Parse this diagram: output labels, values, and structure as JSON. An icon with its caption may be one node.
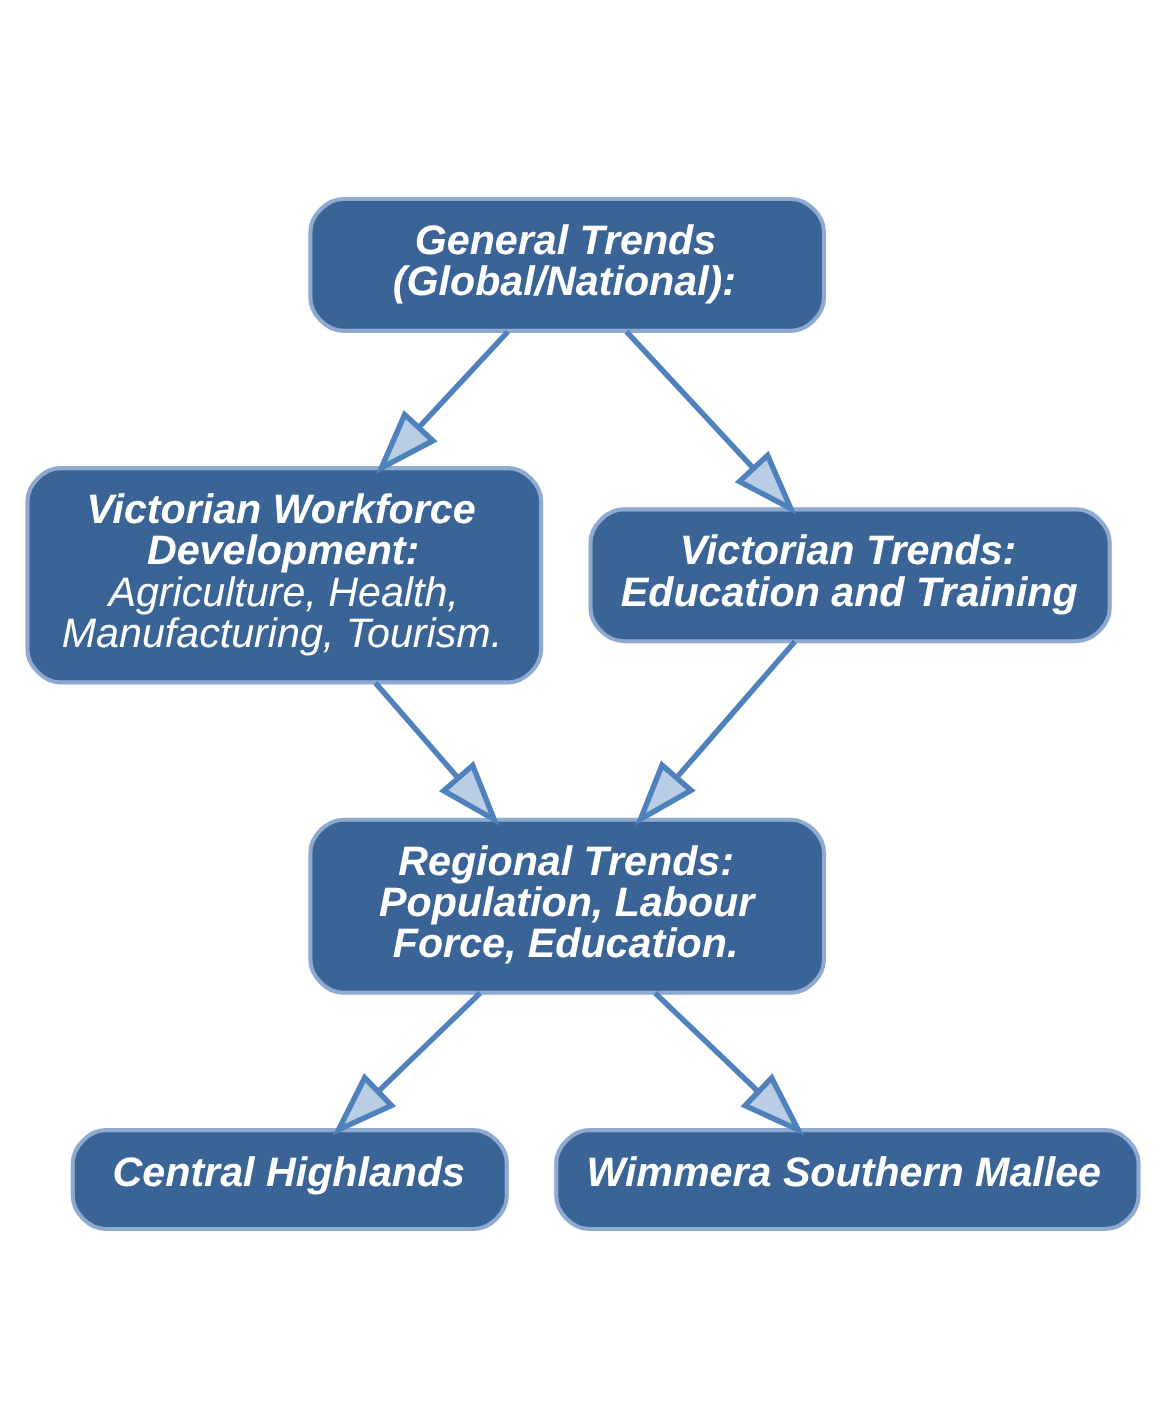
{
  "diagram": {
    "nodes": [
      {
        "text": [
          "General Trends (Global/National):"
        ]
      },
      {
        "text": [
          "Victorian Workforce Development:",
          "Agriculture, Health, Manufacturing, Tourism."
        ]
      },
      {
        "text": [
          "Victorian Trends: Education and Training"
        ]
      },
      {
        "text": [
          "Regional Trends: Population, Labour Force, Education."
        ]
      },
      {
        "text": [
          "Central Highlands"
        ]
      },
      {
        "text": [
          "Wimmera Southern Mallee"
        ]
      }
    ],
    "edges": [
      {
        "from": 0,
        "to": 1,
        "arrow": "to"
      },
      {
        "from": 0,
        "to": 2,
        "arrow": "to"
      },
      {
        "from": 1,
        "to": 3,
        "arrow": "to"
      },
      {
        "from": 2,
        "to": 3,
        "arrow": "to"
      },
      {
        "from": 3,
        "to": 4,
        "arrow": "to"
      },
      {
        "from": 3,
        "to": 5,
        "arrow": "to"
      }
    ]
  }
}
